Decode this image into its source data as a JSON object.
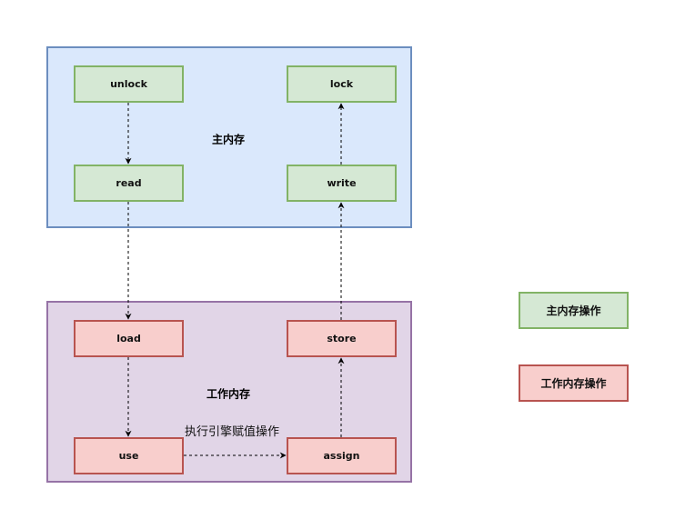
{
  "regions": {
    "main_memory": {
      "label": "主内存",
      "fill": "#dae8fc",
      "stroke": "#6c8ebf"
    },
    "work_memory": {
      "label": "工作内存",
      "fill": "#e1d5e7",
      "stroke": "#9673a6"
    }
  },
  "operations": {
    "unlock": "unlock",
    "lock": "lock",
    "read": "read",
    "write": "write",
    "load": "load",
    "store": "store",
    "use": "use",
    "assign": "assign"
  },
  "edges": [
    {
      "from": "unlock",
      "to": "read",
      "style": "dashed"
    },
    {
      "from": "read",
      "to": "load",
      "style": "dashed"
    },
    {
      "from": "load",
      "to": "use",
      "style": "dashed"
    },
    {
      "from": "use",
      "to": "assign",
      "style": "dashed",
      "label": "执行引擎赋值操作"
    },
    {
      "from": "assign",
      "to": "store",
      "style": "dashed"
    },
    {
      "from": "store",
      "to": "write",
      "style": "dashed"
    },
    {
      "from": "write",
      "to": "lock",
      "style": "dashed"
    }
  ],
  "edge_labels": {
    "use_to_assign": "执行引擎赋值操作"
  },
  "legend": {
    "main_ops": {
      "label": "主内存操作",
      "fill": "#d5e8d4",
      "stroke": "#82b366"
    },
    "work_ops": {
      "label": "工作内存操作",
      "fill": "#f8cecc",
      "stroke": "#b85450"
    }
  }
}
